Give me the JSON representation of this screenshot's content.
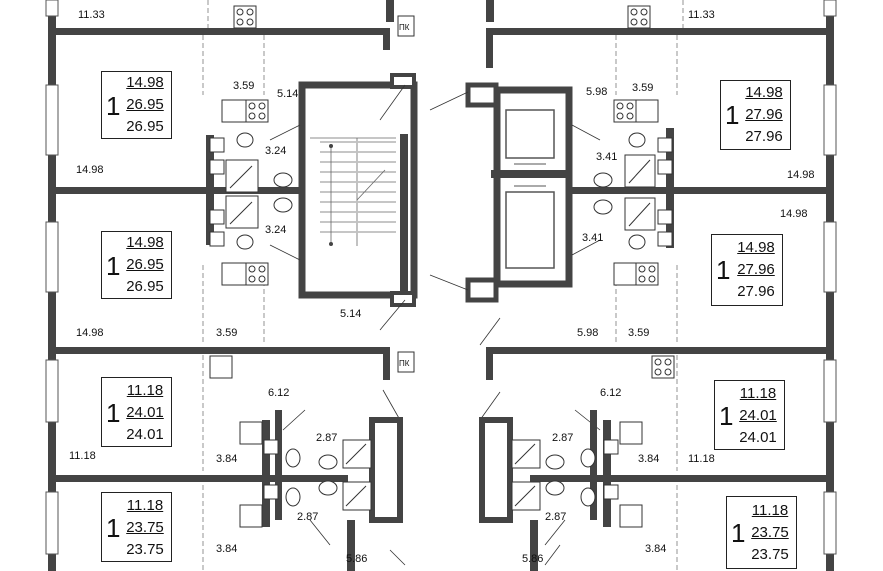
{
  "apartments": [
    {
      "id": "a1",
      "rooms": "1",
      "living": "14.98",
      "total": "26.95",
      "total2": "26.95"
    },
    {
      "id": "a2",
      "rooms": "1",
      "living": "14.98",
      "total": "27.96",
      "total2": "27.96"
    },
    {
      "id": "a3",
      "rooms": "1",
      "living": "14.98",
      "total": "26.95",
      "total2": "26.95"
    },
    {
      "id": "a4",
      "rooms": "1",
      "living": "14.98",
      "total": "27.96",
      "total2": "27.96"
    },
    {
      "id": "a5",
      "rooms": "1",
      "living": "11.18",
      "total": "24.01",
      "total2": "24.01"
    },
    {
      "id": "a6",
      "rooms": "1",
      "living": "11.18",
      "total": "24.01",
      "total2": "24.01"
    },
    {
      "id": "a7",
      "rooms": "1",
      "living": "11.18",
      "total": "23.75",
      "total2": "23.75"
    },
    {
      "id": "a8",
      "rooms": "1",
      "living": "11.18",
      "total": "23.75",
      "total2": "23.75"
    }
  ],
  "labels": {
    "l01": "11.33",
    "l02": "11.33",
    "l03": "3.59",
    "l04": "5.14",
    "l05": "3.24",
    "l06": "14.98",
    "l07": "3.24",
    "l08": "14.98",
    "l09": "3.59",
    "l10": "5.14",
    "l11": "3.59",
    "l12": "5.98",
    "l13": "3.41",
    "l14": "14.98",
    "l15": "14.98",
    "l16": "3.41",
    "l17": "5.98",
    "l18": "3.59",
    "l19": "6.12",
    "l20": "2.87",
    "l21": "11.18",
    "l22": "3.84",
    "l23": "2.87",
    "l24": "3.84",
    "l25": "5.86",
    "l26": "6.12",
    "l27": "2.87",
    "l28": "3.84",
    "l29": "11.18",
    "l30": "2.87",
    "l31": "5.86",
    "l32": "3.84"
  },
  "stair_marks": {
    "left": "ПК",
    "right": "ПК"
  }
}
